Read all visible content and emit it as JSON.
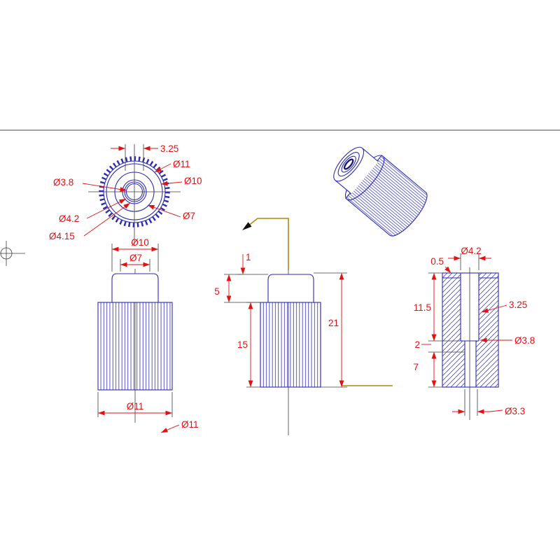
{
  "colors": {
    "outline": "#2b2bb4",
    "dimension": "#e01212",
    "accent": "#b8860b",
    "centerline": "#3c3c3c",
    "background": "#ffffff"
  },
  "top_view": {
    "dims": {
      "slot_width": "3.25",
      "knurl_od": "Ø11",
      "bore": "Ø3.8",
      "cap_od": "Ø10",
      "counterbore": "Ø4.2",
      "hub_od": "Ø7",
      "thread": "Ø4.15"
    }
  },
  "front_view": {
    "dims": {
      "cap_od": "Ø10",
      "hub_od": "Ø7",
      "body_od": "Ø11",
      "knurl_od": "Ø11"
    }
  },
  "center_view": {
    "dims": {
      "chamfer": "1",
      "cap_height": "5",
      "body_height": "15",
      "overall_height": "21"
    }
  },
  "section_view": {
    "dims": {
      "step": "0.5",
      "counterbore": "Ø4.2",
      "bore_depth": "11.5",
      "thread_spec": "3.25",
      "shoulder": "2",
      "bore": "Ø3.8",
      "thread_depth": "7",
      "tap_drill": "Ø3.3"
    }
  }
}
